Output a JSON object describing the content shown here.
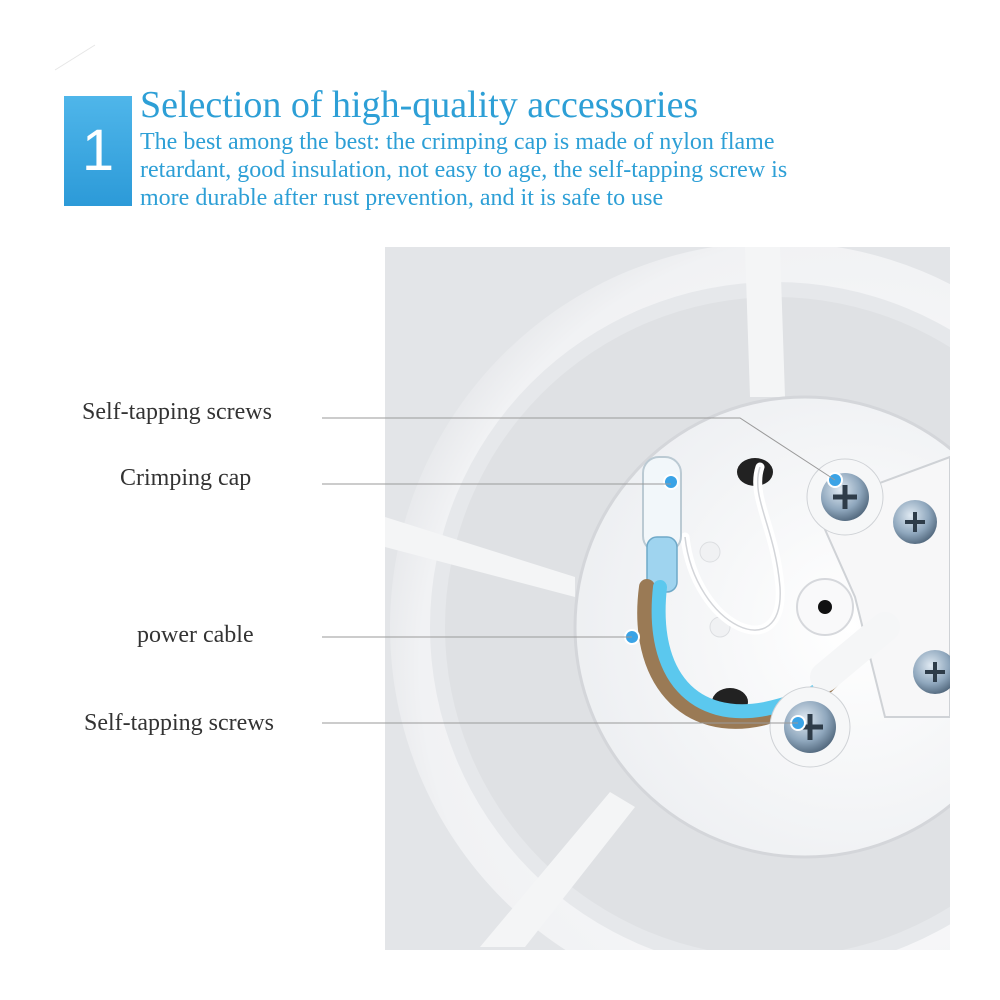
{
  "badge": {
    "number": "1"
  },
  "headline": {
    "title": "Selection of high-quality accessories",
    "line1": "The best among the best: the crimping cap is made of nylon flame",
    "line2": "retardant, good insulation, not easy to age, the self-tapping screw is",
    "line3": "more durable after rust prevention, and it is safe to use"
  },
  "callouts": {
    "screws_top": "Self-tapping screws",
    "crimping_cap": "Crimping cap",
    "power_cable": "power cable",
    "screws_bottom": "Self-tapping screws"
  },
  "colors": {
    "accent": "#2d9fd6",
    "marker": "#3aa3e6",
    "cable_blue": "#5bc8ee",
    "cable_brown": "#9a7a55"
  },
  "icons": {
    "screw": "phillips-screw-icon",
    "marker": "dot-marker-icon"
  }
}
